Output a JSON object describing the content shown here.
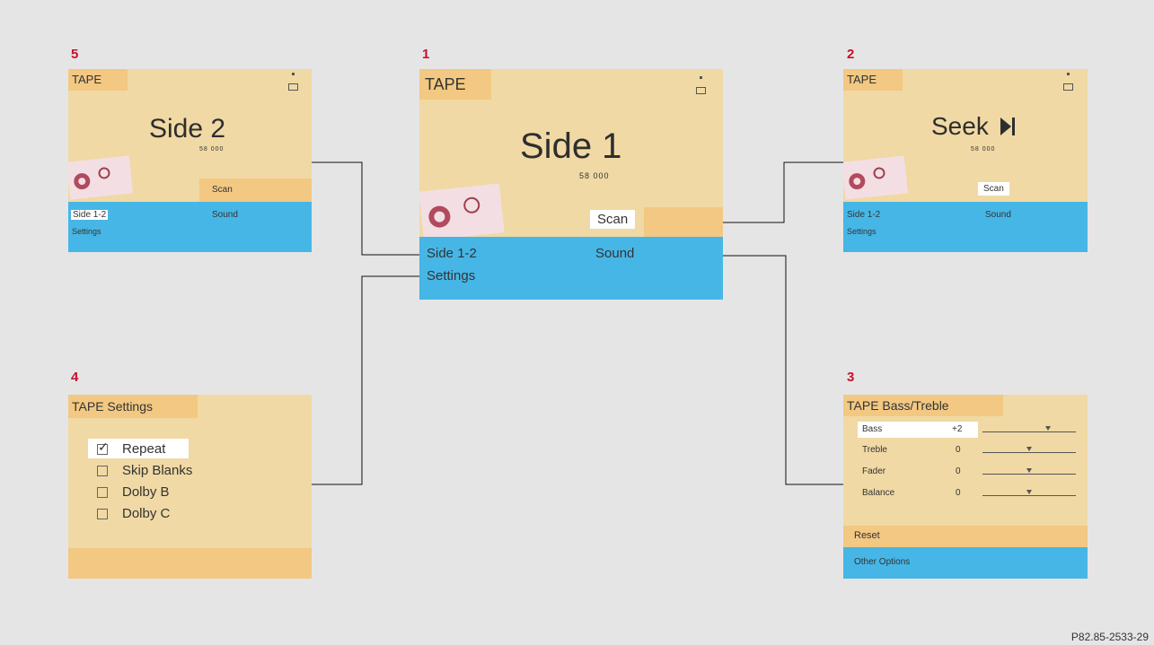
{
  "screen1": {
    "number": "1",
    "tag": "TAPE",
    "title": "Side 1",
    "counter": "58 000",
    "scan": "Scan",
    "menu_left_1": "Side 1-2",
    "menu_left_2": "Settings",
    "menu_right": "Sound"
  },
  "screen2": {
    "number": "2",
    "tag": "TAPE",
    "title": "Seek",
    "seek_icon": "skip-forward-icon",
    "counter": "58 000",
    "scan": "Scan",
    "menu_left_1": "Side 1-2",
    "menu_left_2": "Settings",
    "menu_right": "Sound"
  },
  "screen3": {
    "number": "3",
    "tag": "TAPE Bass/Treble",
    "rows": [
      {
        "label": "Bass",
        "value": "+2",
        "level": 0.7
      },
      {
        "label": "Treble",
        "value": "0",
        "level": 0.5
      },
      {
        "label": "Fader",
        "value": "0",
        "level": 0.5
      },
      {
        "label": "Balance",
        "value": "0",
        "level": 0.5
      }
    ],
    "reset": "Reset",
    "other": "Other Options"
  },
  "screen4": {
    "number": "4",
    "tag": "TAPE Settings",
    "options": [
      {
        "label": "Repeat",
        "checked": true
      },
      {
        "label": "Skip Blanks",
        "checked": false
      },
      {
        "label": "Dolby B",
        "checked": false
      },
      {
        "label": "Dolby C",
        "checked": false
      }
    ]
  },
  "screen5": {
    "number": "5",
    "tag": "TAPE",
    "title": "Side 2",
    "counter": "58 000",
    "scan": "Scan",
    "menu_left_1": "Side 1-2",
    "menu_left_2": "Settings",
    "menu_right": "Sound"
  },
  "footer": "P82.85-2533-29",
  "colors": {
    "screen_bg": "#f0d9a4",
    "tag_orange": "#f2c882",
    "menu_blue": "#46b6e6",
    "number_red": "#c8102e"
  }
}
